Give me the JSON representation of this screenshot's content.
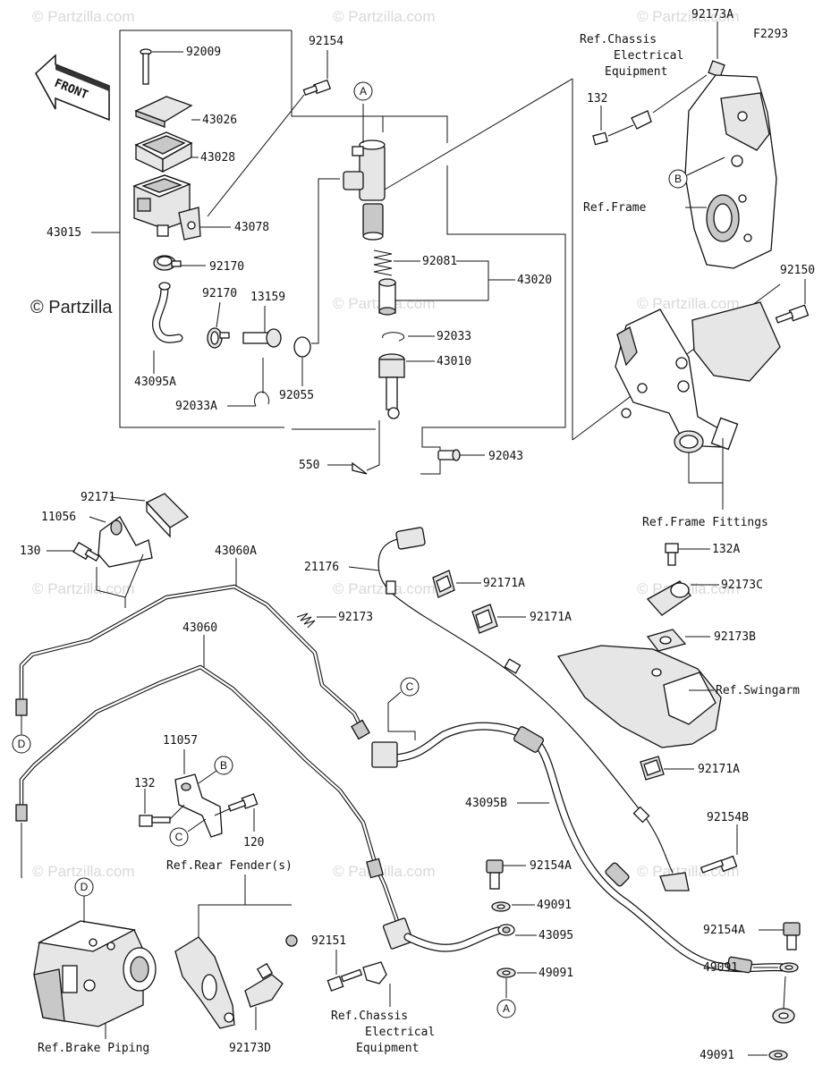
{
  "diagram_code": "F2293",
  "front_label": "FRONT",
  "watermark": "© Partzilla.com",
  "watermark_short": "© Partzilla",
  "parts": {
    "p92009": "92009",
    "p43026": "43026",
    "p43028": "43028",
    "p43078": "43078",
    "p43015": "43015",
    "p92170a": "92170",
    "p92170b": "92170",
    "p13159": "13159",
    "p43095A": "43095A",
    "p92033A": "92033A",
    "p92055": "92055",
    "p92154": "92154",
    "p92081": "92081",
    "p43020": "43020",
    "p92033": "92033",
    "p43010": "43010",
    "p550": "550",
    "p92043": "92043",
    "p92173A": "92173A",
    "p132top": "132",
    "p92150": "92150",
    "p92171": "92171",
    "p11056": "11056",
    "p130": "130",
    "p43060A": "43060A",
    "p43060": "43060",
    "p21176": "21176",
    "p92171A1": "92171A",
    "p92171A2": "92171A",
    "p92173": "92173",
    "p132A": "132A",
    "p92173C": "92173C",
    "p92173B": "92173B",
    "p92171A3": "92171A",
    "p43095B": "43095B",
    "p92154B": "92154B",
    "p11057": "11057",
    "p132mid": "132",
    "p120": "120",
    "p92154A1": "92154A",
    "p49091a": "49091",
    "p43095": "43095",
    "p49091b": "49091",
    "p92151": "92151",
    "p92154A2": "92154A",
    "p49091c": "49091",
    "p49091d": "49091",
    "p92173D": "92173D"
  },
  "refs": {
    "chassis_elec_top": [
      "Ref.Chassis",
      "Electrical",
      "Equipment"
    ],
    "frame": "Ref.Frame",
    "frame_fittings": "Ref.Frame Fittings",
    "swingarm": "Ref.Swingarm",
    "rear_fender": "Ref.Rear Fender(s)",
    "brake_piping": "Ref.Brake Piping",
    "chassis_elec_bottom": [
      "Ref.Chassis",
      "Electrical",
      "Equipment"
    ]
  },
  "callouts": {
    "A": "A",
    "B": "B",
    "C": "C",
    "D": "D"
  }
}
